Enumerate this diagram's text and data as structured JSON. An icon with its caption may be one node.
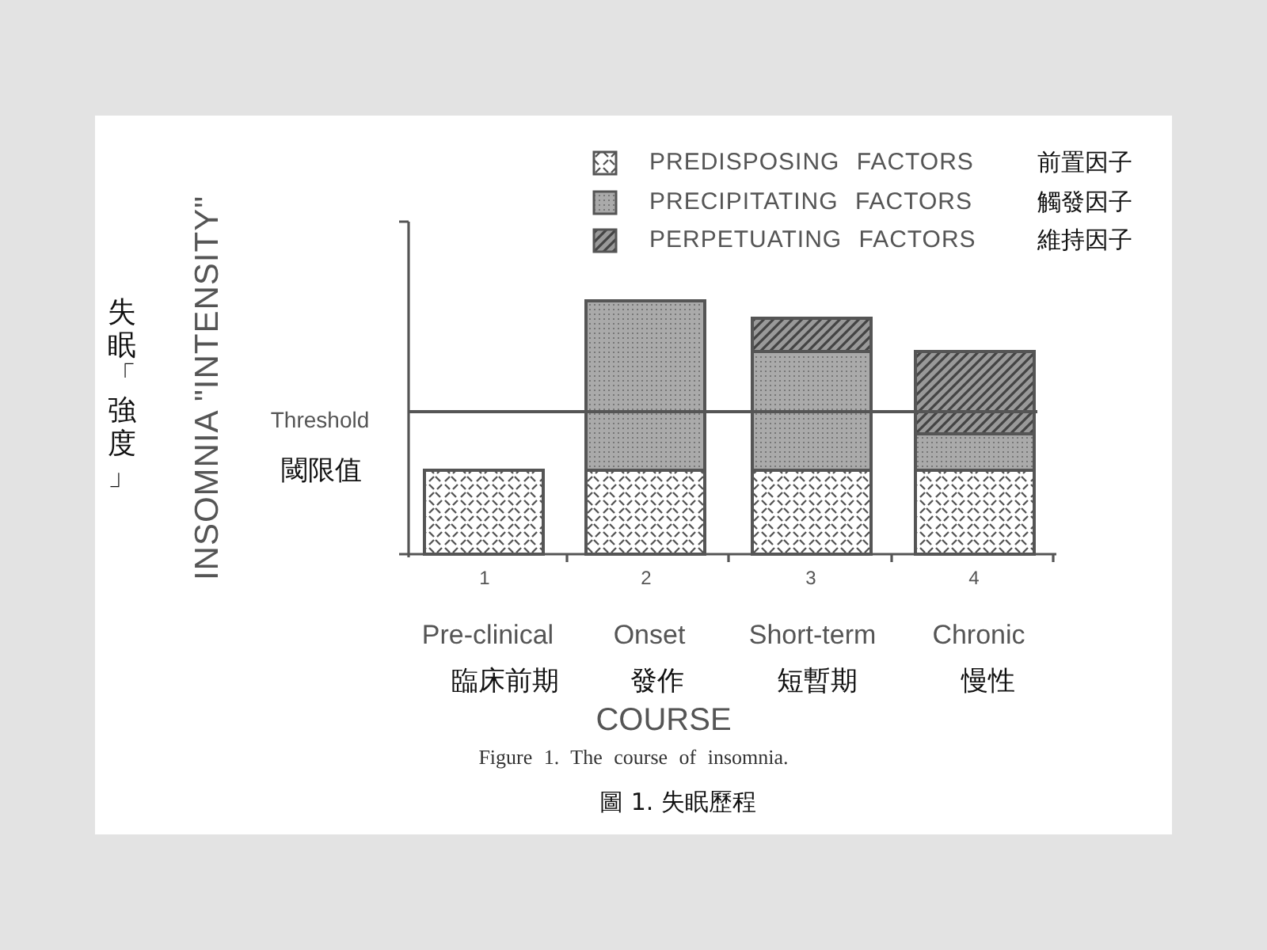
{
  "diagram": {
    "caption": "Figure 1. The course of insomnia.",
    "labels": [
      "前置因子",
      "觸發因子",
      "維持因子",
      "失眠「強度」",
      "INSOMNIA \"INTENSITY\"",
      "Threshold",
      "閾限值",
      "1",
      "2",
      "3",
      "4",
      "Pre-clinical",
      "Onset",
      "Short-term",
      "Chronic",
      "臨床前期",
      "發作",
      "短暫期",
      "慢性",
      "COURSE",
      "圖 1. 失眠歷程"
    ],
    "legend": [
      {
        "text": "PREDISPOSING FACTORS"
      },
      {
        "text": "PRECIPITATING FACTORS"
      },
      {
        "text": "PERPETUATING FACTORS"
      }
    ]
  }
}
